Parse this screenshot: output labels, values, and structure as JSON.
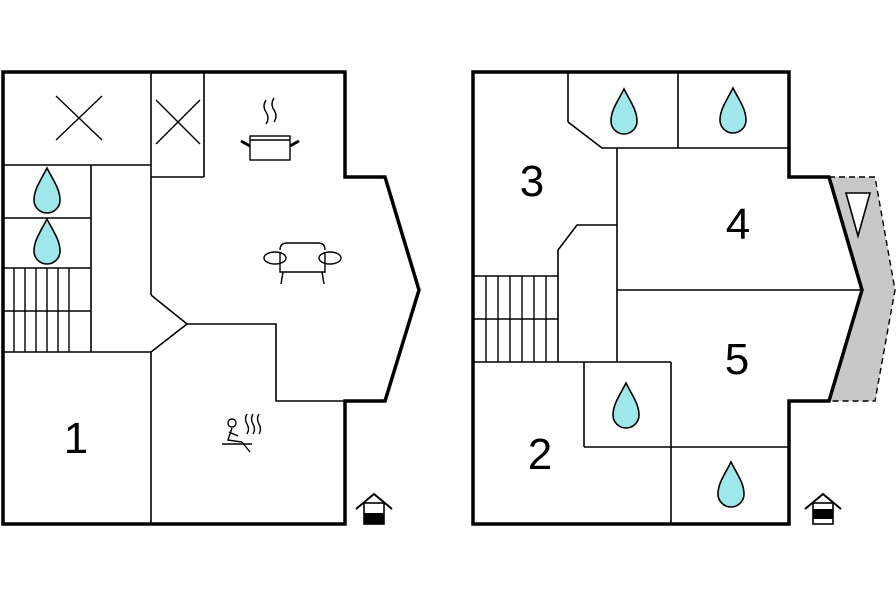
{
  "floors": [
    {
      "rooms": [
        {
          "label": "1"
        }
      ]
    },
    {
      "rooms": [
        {
          "label": "3"
        },
        {
          "label": "4"
        },
        {
          "label": "5"
        },
        {
          "label": "2"
        }
      ]
    }
  ],
  "icons": {
    "water": "water-drop-icon",
    "unused": "cross-box-icon",
    "kitchen": "cooking-pot-icon",
    "living": "sofa-icon",
    "sauna": "sauna-icon",
    "entrance": "house-entrance-icon",
    "stairs": "stairs-icon",
    "terrace": "balcony-icon"
  },
  "colors": {
    "water": "#9ee8ec",
    "terrace": "#c8c8c8",
    "walls": "#000000",
    "background": "#ffffff"
  }
}
